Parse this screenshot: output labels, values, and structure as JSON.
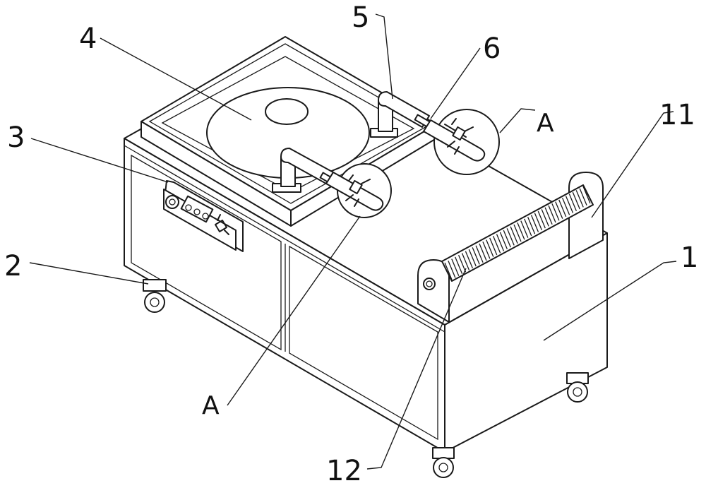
{
  "labels": {
    "l1": "1",
    "l2": "2",
    "l3": "3",
    "l4": "4",
    "l5": "5",
    "l6": "6",
    "l11": "11",
    "l12": "12",
    "a_top": "A",
    "a_bottom": "A"
  },
  "colors": {
    "line": "#1a1a1a",
    "background": "#ffffff"
  }
}
